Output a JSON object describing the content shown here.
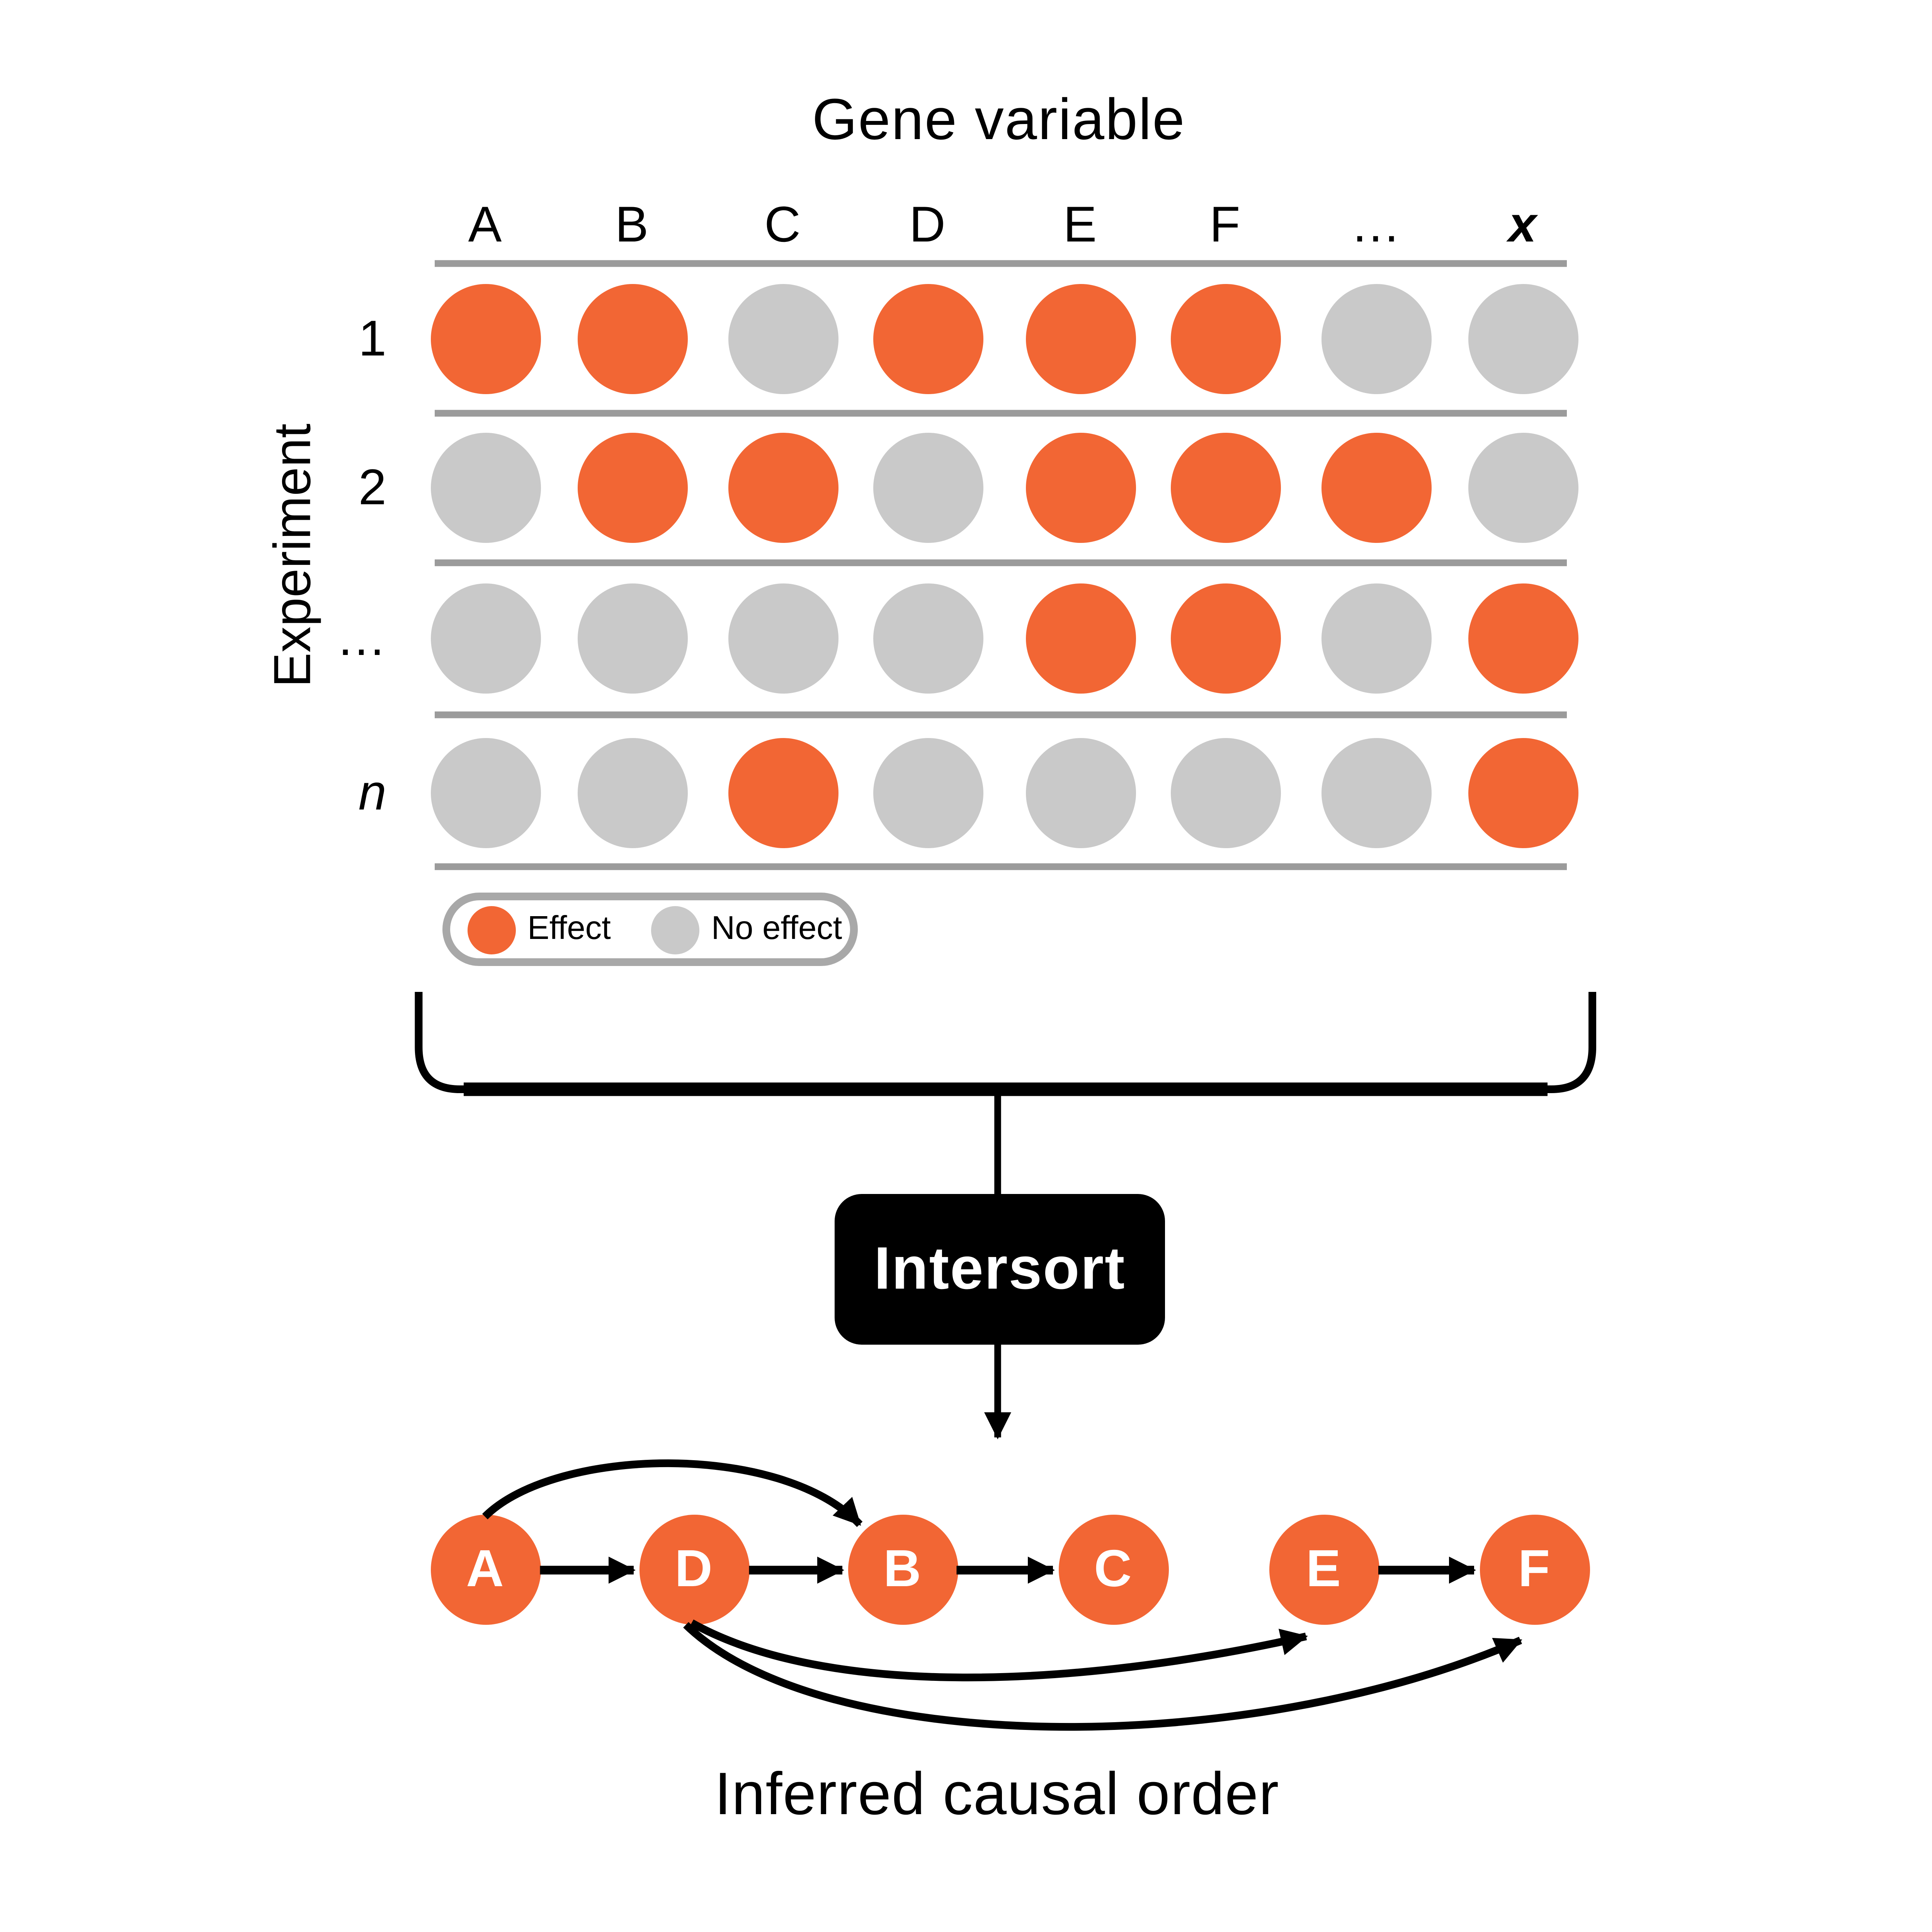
{
  "title": "Gene variable",
  "axis": {
    "experiment_label": "Experiment"
  },
  "matrix": {
    "columns": [
      "A",
      "B",
      "C",
      "D",
      "E",
      "F",
      "…",
      "x"
    ],
    "rows": [
      {
        "label": "1",
        "cells": [
          "effect",
          "effect",
          "none",
          "effect",
          "effect",
          "effect",
          "none",
          "none"
        ]
      },
      {
        "label": "2",
        "cells": [
          "none",
          "effect",
          "effect",
          "none",
          "effect",
          "effect",
          "effect",
          "none"
        ]
      },
      {
        "label": "…",
        "cells": [
          "none",
          "none",
          "none",
          "none",
          "effect",
          "effect",
          "none",
          "effect"
        ]
      },
      {
        "label": "n",
        "cells": [
          "none",
          "none",
          "effect",
          "none",
          "none",
          "none",
          "none",
          "effect"
        ]
      }
    ]
  },
  "legend": {
    "effect_label": "Effect",
    "no_effect_label": "No effect"
  },
  "process": {
    "box_label": "Intersort"
  },
  "graph": {
    "nodes": [
      "A",
      "D",
      "B",
      "C",
      "E",
      "F"
    ],
    "edges": [
      {
        "from": "A",
        "to": "D",
        "style": "straight"
      },
      {
        "from": "D",
        "to": "B",
        "style": "straight"
      },
      {
        "from": "B",
        "to": "C",
        "style": "straight"
      },
      {
        "from": "E",
        "to": "F",
        "style": "straight"
      },
      {
        "from": "A",
        "to": "B",
        "style": "curved-above"
      },
      {
        "from": "D",
        "to": "E",
        "style": "curved-below"
      },
      {
        "from": "D",
        "to": "F",
        "style": "curved-below"
      }
    ],
    "caption": "Inferred causal order"
  },
  "colors": {
    "effect": "#F26634",
    "no_effect": "#C9C9C9",
    "separator_line": "#9B9B9B",
    "legend_border": "#A8A8A8",
    "process_box": "#000000",
    "text": "#000000"
  }
}
